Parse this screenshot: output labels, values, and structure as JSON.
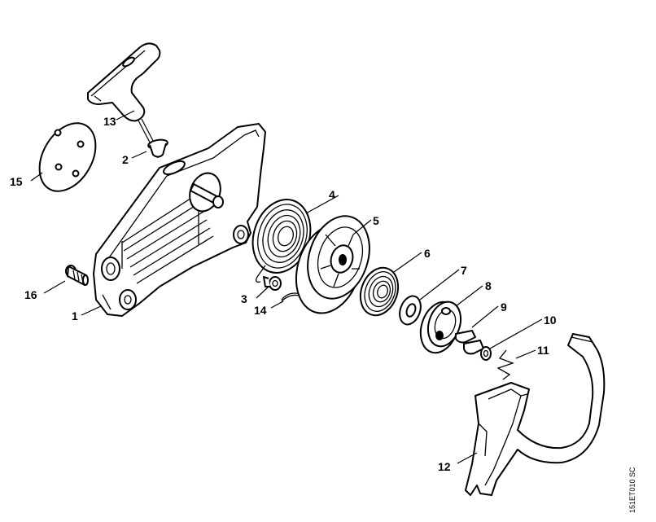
{
  "callouts": {
    "c1": "1",
    "c2": "2",
    "c3": "3",
    "c4": "4",
    "c5": "5",
    "c6": "6",
    "c7": "7",
    "c8": "8",
    "c9": "9",
    "c10": "10",
    "c11": "11",
    "c12": "12",
    "c13": "13",
    "c14": "14",
    "c15": "15",
    "c16": "16"
  },
  "drawing_ref": "151ET010 SC",
  "colors": {
    "line": "#000000",
    "background": "#ffffff"
  }
}
